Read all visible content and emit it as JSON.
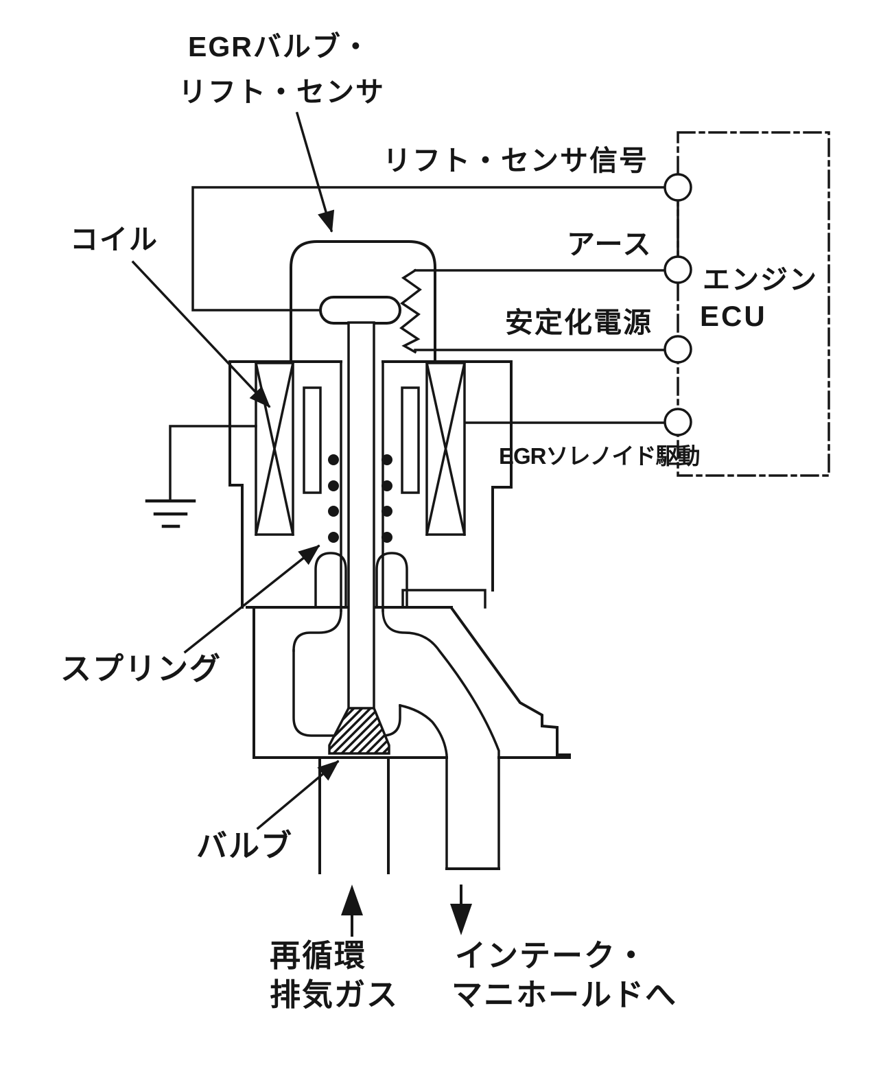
{
  "diagram": {
    "title_label": {
      "line1": "EGRバルブ・",
      "line2": "リフト・センサ"
    },
    "wire_labels": {
      "lift_signal": "リフト・センサ信号",
      "ground": "アース",
      "power": "安定化電源",
      "solenoid_drive": "EGRソレノイド駆動"
    },
    "ecu_label": {
      "line1": "エンジン",
      "line2": "ECU"
    },
    "component_labels": {
      "coil": "コイル",
      "spring": "スプリング",
      "valve": "バルブ"
    },
    "flow_labels": {
      "recirculated_line1": "再循環",
      "recirculated_line2": "排気ガス",
      "intake_line1": "インテーク・",
      "intake_line2": "マニホールドへ"
    },
    "colors": {
      "line": "#161616",
      "background": "#ffffff"
    },
    "terminal_count": "4"
  }
}
